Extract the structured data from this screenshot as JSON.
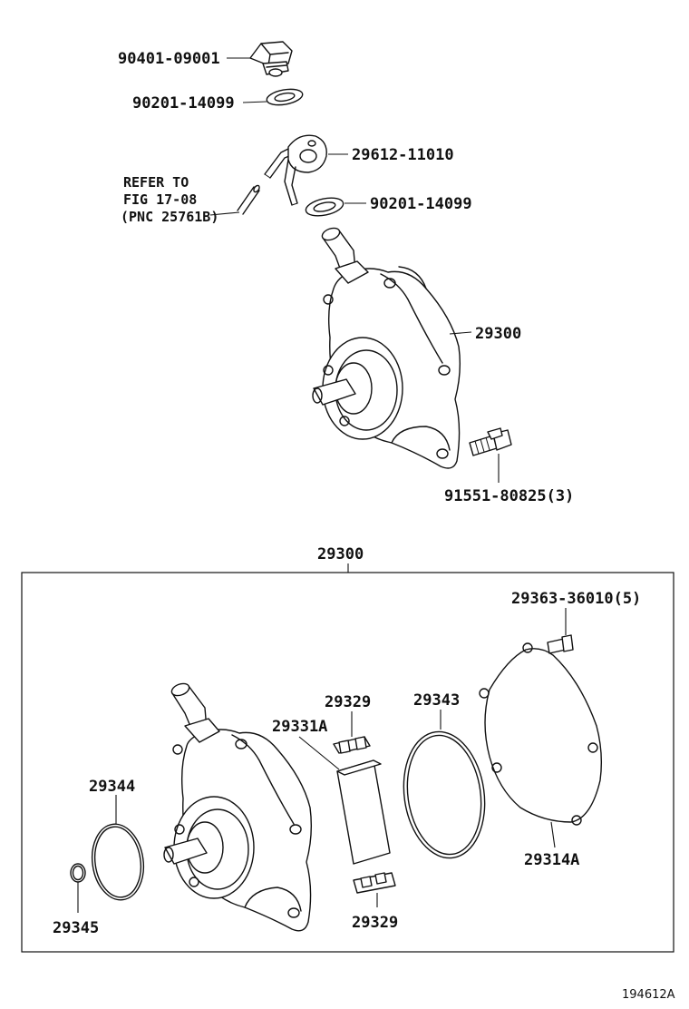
{
  "labels": {
    "oil_plug": "90401-09001",
    "gasket_top": "90201-14099",
    "union": "29612-11010",
    "gasket_mid": "90201-14099",
    "pump_assy": "29300",
    "bolt": "91551-80825(3)",
    "box_title": "29300",
    "cover_screw": "29363-36010(5)",
    "vane_upper": "29329",
    "rotor": "29331A",
    "cover_oring": "29343",
    "oring_large": "29344",
    "cover_plate": "29314A",
    "oring_small": "29345",
    "vane_lower": "29329"
  },
  "reference": {
    "line1": "REFER TO",
    "line2": "FIG 17-08",
    "line3": "(PNC 25761B)"
  },
  "figure_id": "194612A"
}
